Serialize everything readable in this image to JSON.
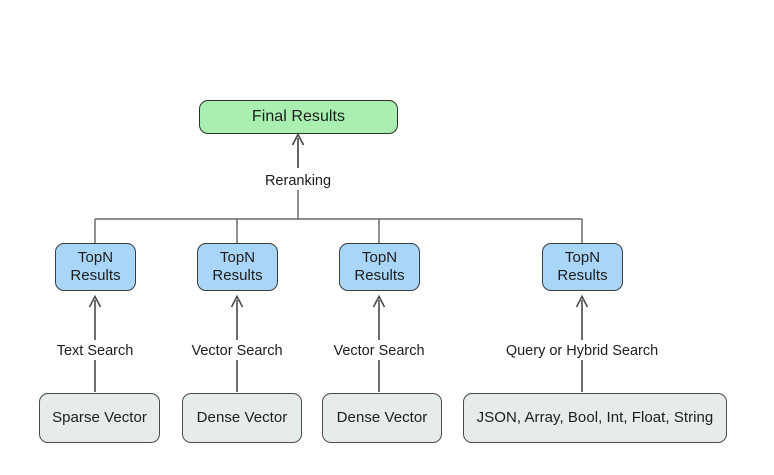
{
  "diagram": {
    "type": "flowchart",
    "orientation": "bottom-up",
    "colors": {
      "final_fill": "#a9efb0",
      "topn_fill": "#a9d5f6",
      "source_fill": "#e6ebeb",
      "stroke": "#3a3a3a",
      "text": "#1d1d1d",
      "background": "#ffffff"
    },
    "final_node": {
      "label": "Final Results",
      "fill": "#a9efb0"
    },
    "merge_label": "Reranking",
    "intermediate_nodes": [
      {
        "line1": "TopN",
        "line2": "Results",
        "fill": "#a9d5f6"
      },
      {
        "line1": "TopN",
        "line2": "Results",
        "fill": "#a9d5f6"
      },
      {
        "line1": "TopN",
        "line2": "Results",
        "fill": "#a9d5f6"
      },
      {
        "line1": "TopN",
        "line2": "Results",
        "fill": "#a9d5f6"
      }
    ],
    "edge_labels": [
      "Text Search",
      "Vector Search",
      "Vector Search",
      "Query or Hybrid Search"
    ],
    "source_nodes": [
      {
        "label": "Sparse Vector",
        "fill": "#e6ebeb"
      },
      {
        "label": "Dense Vector",
        "fill": "#e6ebeb"
      },
      {
        "label": "Dense Vector",
        "fill": "#e6ebeb"
      },
      {
        "label": "JSON, Array, Bool, Int, Float, String",
        "fill": "#e6ebeb"
      }
    ]
  }
}
